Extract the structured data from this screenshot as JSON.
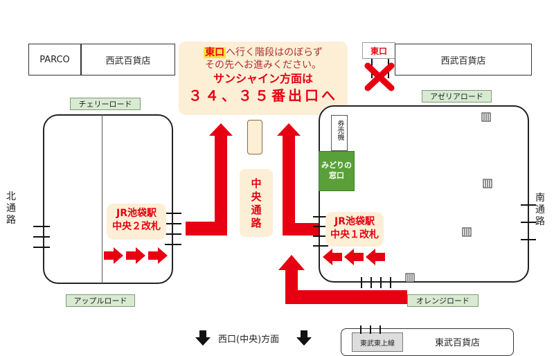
{
  "top_left": {
    "parco": "PARCO",
    "seibu": "西武百貨店"
  },
  "top_right": {
    "higashiguchi": "東口",
    "seibu": "西武百貨店"
  },
  "notice": {
    "line1_highlight": "東口",
    "line1_rest": "へ行く階段はのぼらず",
    "line2": "その先へお進みください。",
    "line3": "サンシャイン方面は",
    "line4": "３４、３５番出口へ"
  },
  "roads": {
    "cherry": "チェリーロード",
    "apple": "アップルロード",
    "azalea": "アゼリアロード",
    "orange": "オレンジロード",
    "north": [
      "北",
      "通",
      "路"
    ],
    "south": [
      "南",
      "通",
      "路"
    ],
    "central": [
      "中",
      "央",
      "通",
      "路"
    ]
  },
  "gates": {
    "central2": {
      "line1": "JR池袋駅",
      "line2": "中央２改札"
    },
    "central1": {
      "line1": "JR池袋駅",
      "line2": "中央１改札"
    }
  },
  "facilities": {
    "ticket_machines": "券売機",
    "midori_line1": "みどりの",
    "midori_line2": "窓口"
  },
  "bottom": {
    "west_exit": "西口(中央)方面",
    "tobu_tojo": "東武東上線",
    "tobu_dept": "東武百貨店"
  },
  "colors": {
    "red": "#e60012",
    "green_tag": "#d8ead2",
    "notice_bg": "#fcefd6",
    "midori": "#5aa03a"
  }
}
